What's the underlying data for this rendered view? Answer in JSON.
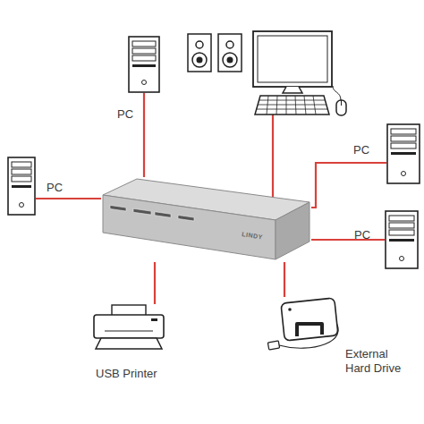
{
  "diagram": {
    "nodes": [
      {
        "text": [
          "PC"
        ]
      },
      {
        "text": [
          "PC"
        ]
      },
      {
        "text": [
          "PC"
        ]
      },
      {
        "text": [
          "LINDY"
        ]
      },
      {
        "text": [
          "PC"
        ]
      },
      {
        "text": [
          "USB Printer"
        ]
      },
      {
        "text": [
          "External Hard Drive"
        ]
      }
    ],
    "edges": [
      {
        "from": 3,
        "to": 0,
        "arrow": "none"
      },
      {
        "from": 3,
        "to": 1,
        "arrow": "none"
      },
      {
        "from": 3,
        "to": 2,
        "arrow": "none"
      },
      {
        "from": 3,
        "to": 4,
        "arrow": "none"
      },
      {
        "from": 3,
        "to": 5,
        "arrow": "none"
      },
      {
        "from": 3,
        "to": 6,
        "arrow": "none"
      }
    ]
  }
}
